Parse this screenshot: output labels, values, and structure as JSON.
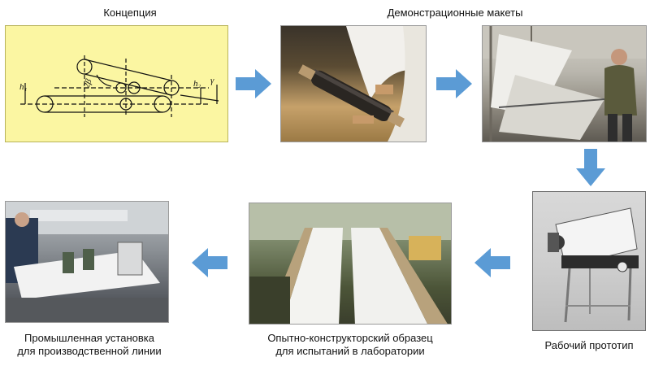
{
  "stages": {
    "concept": {
      "label": "Концепция"
    },
    "demo": {
      "label": "Демонстрационные макеты"
    },
    "prototype": {
      "label": "Рабочий прототип"
    },
    "lab_sample": {
      "line1": "Опытно-конструкторский образец",
      "line2": "для испытаний в лаборатории"
    },
    "industrial": {
      "line1": "Промышленная установка",
      "line2": "для производственной линии"
    }
  },
  "concept_diagram": {
    "h1": "h₁",
    "h2": "h₂",
    "angle": "2β",
    "gamma": "γ"
  },
  "colors": {
    "arrow": "#5b9bd5",
    "concept_bg": "#fbf6a2"
  }
}
